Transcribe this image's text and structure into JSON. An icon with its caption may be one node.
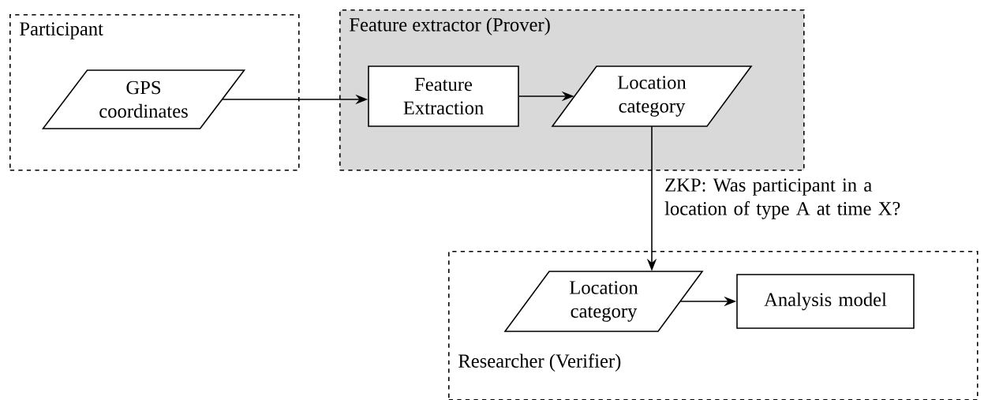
{
  "diagram": {
    "nodes": [
      {
        "text": [
          "Participant"
        ]
      },
      {
        "text": [
          "GPS coordinates"
        ],
        "in": 0
      },
      {
        "text": [
          "Feature extractor (Prover)"
        ]
      },
      {
        "text": [
          "Feature Extraction"
        ],
        "in": 2
      },
      {
        "text": [
          "Location category"
        ],
        "in": 2
      },
      {
        "text": [
          "Researcher (Verifier)"
        ]
      },
      {
        "text": [
          "Location category"
        ],
        "in": 5
      },
      {
        "text": [
          "Analysis model"
        ],
        "in": 5
      }
    ],
    "edges": [
      {
        "from": 1,
        "to": 3,
        "arrow": "to"
      },
      {
        "from": 3,
        "to": 4,
        "arrow": "to"
      },
      {
        "from": 4,
        "to": 6,
        "arrow": "to",
        "label": "ZKP: Was participant in a location of type A at time X?"
      },
      {
        "from": 6,
        "to": 7,
        "arrow": "to"
      }
    ]
  }
}
